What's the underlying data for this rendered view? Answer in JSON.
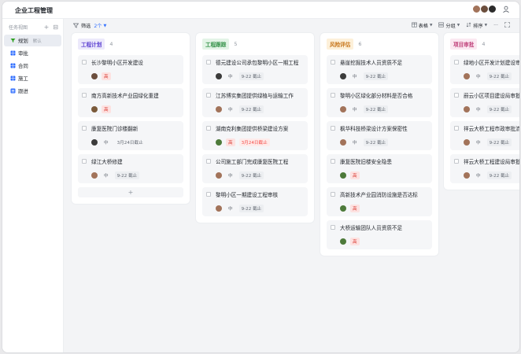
{
  "app": {
    "title": "企业工程管理"
  },
  "sidebar": {
    "header": "任务视图",
    "items": [
      {
        "label": "规划",
        "tag": "默认",
        "active": true,
        "icon": "funnel-icon"
      },
      {
        "label": "审批",
        "icon": "grid-icon"
      },
      {
        "label": "合同",
        "icon": "grid-icon"
      },
      {
        "label": "施工",
        "icon": "grid-icon"
      },
      {
        "label": "跟进",
        "icon": "list-icon"
      }
    ]
  },
  "toolbar": {
    "filter_label": "筛选",
    "filter_count": "2个",
    "tools": [
      {
        "label": "表格",
        "icon": "table-icon"
      },
      {
        "label": "分组",
        "icon": "group-icon"
      },
      {
        "label": "排序",
        "icon": "sort-icon"
      }
    ]
  },
  "columns": [
    {
      "label": "工程计划",
      "count": "4",
      "bg": "#ece9fb",
      "fg": "#5b3fd1",
      "cards": [
        {
          "title": "长沙黎明小区开发建设",
          "avatar": "#6b4e3d",
          "priority": "高",
          "due": ""
        },
        {
          "title": "南方高新技术产业园绿化重建",
          "avatar": "#7a5a3a",
          "priority": "高",
          "due": ""
        },
        {
          "title": "康复医院门诊楼翻新",
          "avatar": "#3b3b3b",
          "priority": "中",
          "due": "3月24日截止"
        },
        {
          "title": "绿江大桥修建",
          "avatar": "#a2735a",
          "priority": "中",
          "due": "9-22 截止"
        }
      ],
      "add_label": "+"
    },
    {
      "label": "工程跟踪",
      "count": "5",
      "bg": "#e3f4e6",
      "fg": "#2e8f43",
      "cards": [
        {
          "title": "德元建设公司承包黎明小区一期工程",
          "avatar": "#3b3b3b",
          "priority": "中",
          "due": "9-22 截止"
        },
        {
          "title": "江苏博实集团提供绿植与运输工作",
          "avatar": "#a2735a",
          "priority": "中",
          "due": "9-22 截止"
        },
        {
          "title": "湖南克利集团提供桥梁建设方案",
          "avatar": "#4d7a3a",
          "priority": "高",
          "due": "3月24日截止",
          "overdue": true
        },
        {
          "title": "公司施工部门完成康复医院工程",
          "avatar": "#a2735a",
          "priority": "中",
          "due": "9-22 截止"
        },
        {
          "title": "黎明小区一期建设工程审核",
          "avatar": "#a2735a",
          "priority": "中",
          "due": "9-22 截止"
        }
      ]
    },
    {
      "label": "风险评估",
      "count": "6",
      "bg": "#fdf0d9",
      "fg": "#c7751a",
      "cards": [
        {
          "title": "悬崖挖掘技术人员资质不足",
          "avatar": "#3b3b3b",
          "priority": "中",
          "due": "9-22 截止"
        },
        {
          "title": "黎明小区绿化部分材料是否合格",
          "avatar": "#a2735a",
          "priority": "中",
          "due": "9-22 截止"
        },
        {
          "title": "枫华科技桥梁设计方案保密性",
          "avatar": "#a2735a",
          "priority": "中",
          "due": "9-22 截止"
        },
        {
          "title": "康复医院旧楼安全隐患",
          "avatar": "#4d7a3a",
          "priority": "高",
          "due": ""
        },
        {
          "title": "高新技术产业园消防设施是否达标",
          "avatar": "#4d7a3a",
          "priority": "高",
          "due": ""
        },
        {
          "title": "大桥运输团队人员资质不足",
          "avatar": "#4d7a3a",
          "priority": "高",
          "due": ""
        }
      ]
    },
    {
      "label": "项目审批",
      "count": "4",
      "bg": "#fbe8f1",
      "fg": "#c0407a",
      "cards": [
        {
          "title": "绿地小区开发计划建设审批",
          "avatar": "#a2735a",
          "priority": "中",
          "due": "9-22 截止"
        },
        {
          "title": "蔚云小区项目建设局审批",
          "avatar": "#a2735a",
          "priority": "中",
          "due": "9-22 截止"
        },
        {
          "title": "祥云大桥工程市政审批流程",
          "avatar": "#a2735a",
          "priority": "中",
          "due": "9-22 截止"
        },
        {
          "title": "祥云大桥工程建设局审批",
          "avatar": "#a2735a",
          "priority": "中",
          "due": "9-22 截止"
        }
      ]
    }
  ]
}
